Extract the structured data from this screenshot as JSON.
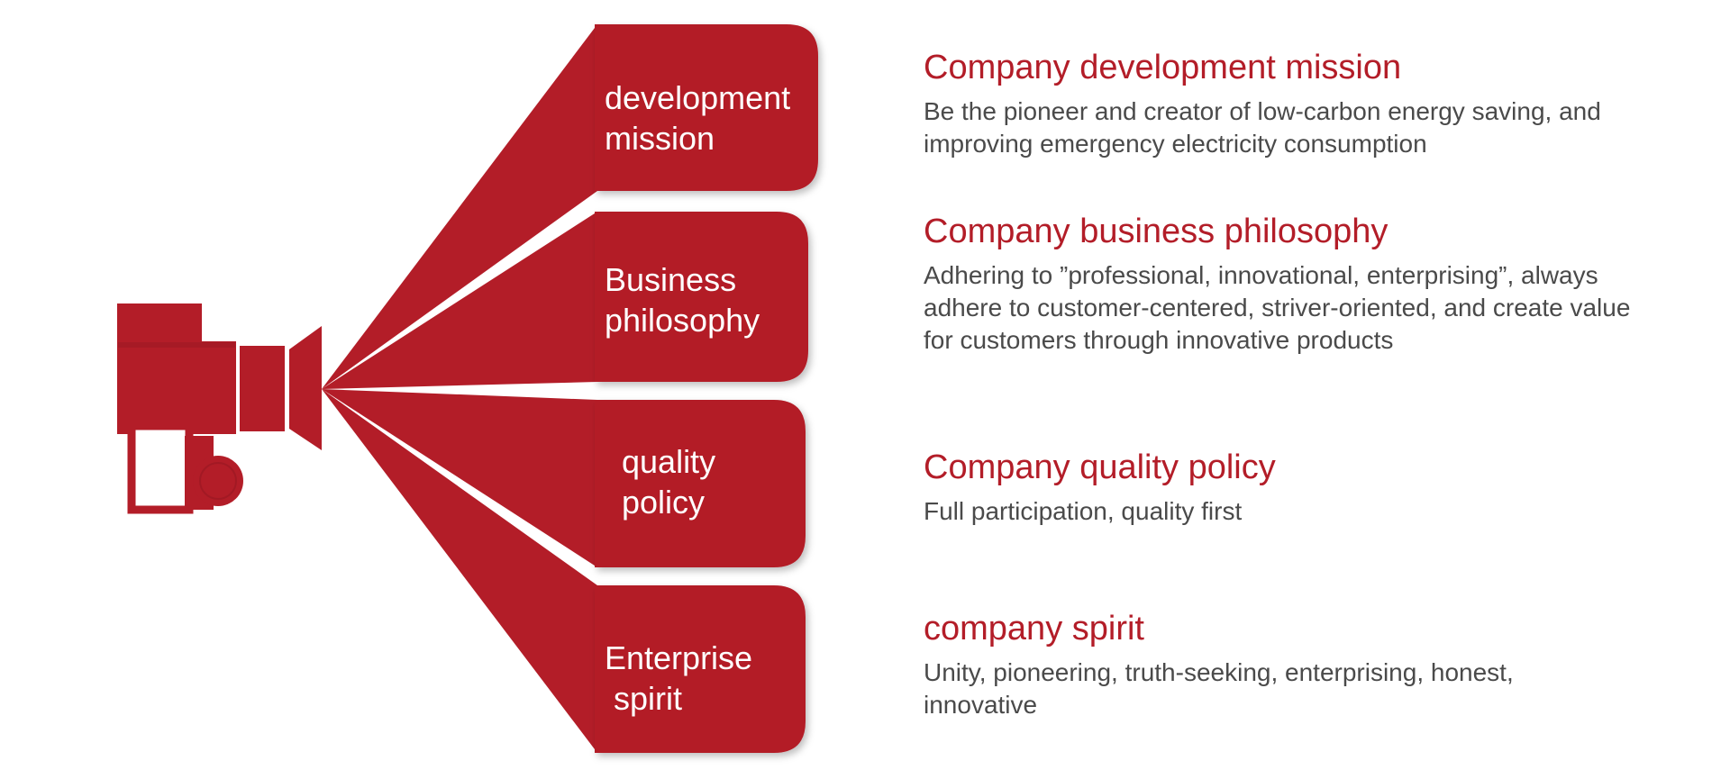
{
  "colors": {
    "accent": "#b31d28",
    "accent_dark": "#8e1620",
    "text": "#4a4a4a",
    "tab_text": "#ffffff"
  },
  "icons": {
    "projector": "projector-camera-icon"
  },
  "items": [
    {
      "tab_lines": [
        "development",
        "mission"
      ],
      "title": "Company development mission",
      "description": "Be the pioneer and creator of low-carbon energy saving, and improving emergency electricity consumption"
    },
    {
      "tab_lines": [
        "Business",
        "philosophy"
      ],
      "title": "Company business philosophy",
      "description": "Adhering to ”professional, innovational, enterprising”, always adhere to customer-centered, striver-oriented, and create value for customers through innovative products"
    },
    {
      "tab_lines": [
        "quality",
        "policy"
      ],
      "title": "Company quality policy",
      "description": "Full participation, quality first"
    },
    {
      "tab_lines": [
        "Enterprise",
        " spirit"
      ],
      "title": "company spirit",
      "description": "Unity, pioneering, truth-seeking, enterprising, honest, innovative"
    }
  ]
}
